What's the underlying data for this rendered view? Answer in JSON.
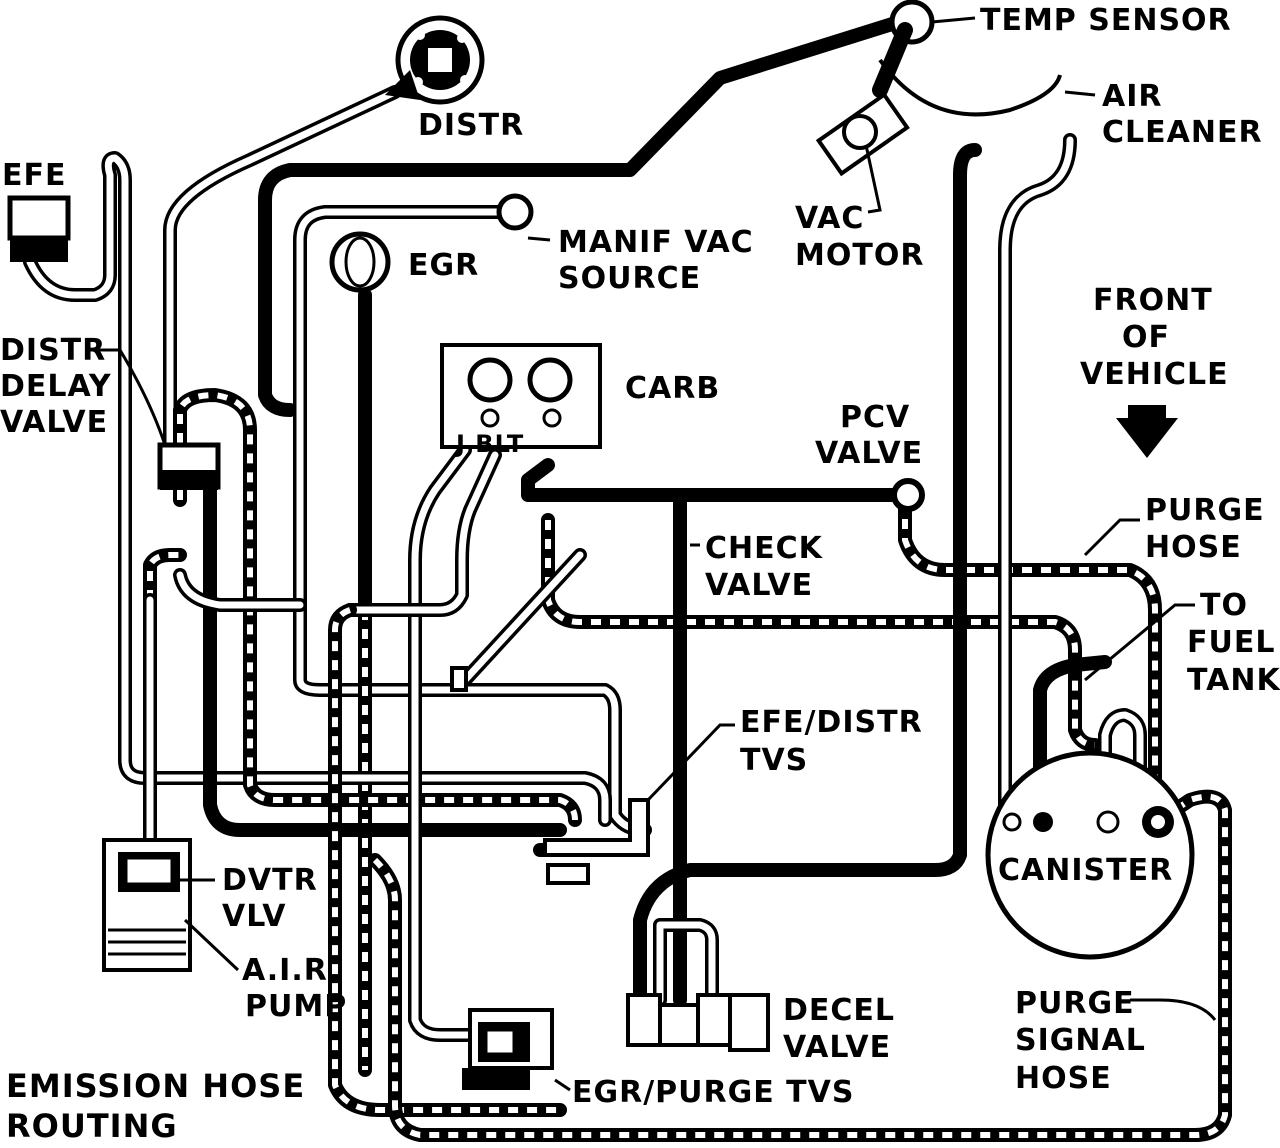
{
  "title": "EMISSION HOSE ROUTING",
  "title_lines": [
    "EMISSION HOSE",
    "ROUTING"
  ],
  "colors": {
    "ink": "#000000",
    "paper": "#ffffff"
  },
  "labels": {
    "temp_sensor": "TEMP SENSOR",
    "distr": "DISTR",
    "air_cleaner": [
      "AIR",
      "CLEANER"
    ],
    "efe": "EFE",
    "vac_motor": [
      "VAC",
      "MOTOR"
    ],
    "manif_vac_source": [
      "MANIF VAC",
      "SOURCE"
    ],
    "egr": "EGR",
    "front_of_vehicle": [
      "FRONT",
      "OF",
      "VEHICLE"
    ],
    "distr_delay_valve": [
      "DISTR",
      "DELAY",
      "VALVE"
    ],
    "carb": "CARB",
    "pcv_valve": [
      "PCV",
      "VALVE"
    ],
    "purge_hose": [
      "PURGE",
      "HOSE"
    ],
    "check_valve": [
      "CHECK",
      "VALVE"
    ],
    "to_fuel_tank": [
      "TO",
      "FUEL",
      "TANK"
    ],
    "efe_distr_tvs": [
      "EFE/DISTR",
      "TVS"
    ],
    "canister": "CANISTER",
    "dvtr_vlv": [
      "DVTR",
      "VLV"
    ],
    "air_pump": [
      "A.I.R.",
      "PUMP"
    ],
    "decel_valve": [
      "DECEL",
      "VALVE"
    ],
    "purge_signal_hose": [
      "PURGE",
      "SIGNAL",
      "HOSE"
    ],
    "egr_purge_tvs": "EGR/PURGE TVS",
    "carb_ports": "J BLT"
  },
  "icons": {
    "front_arrow": "down-arrow-icon"
  }
}
